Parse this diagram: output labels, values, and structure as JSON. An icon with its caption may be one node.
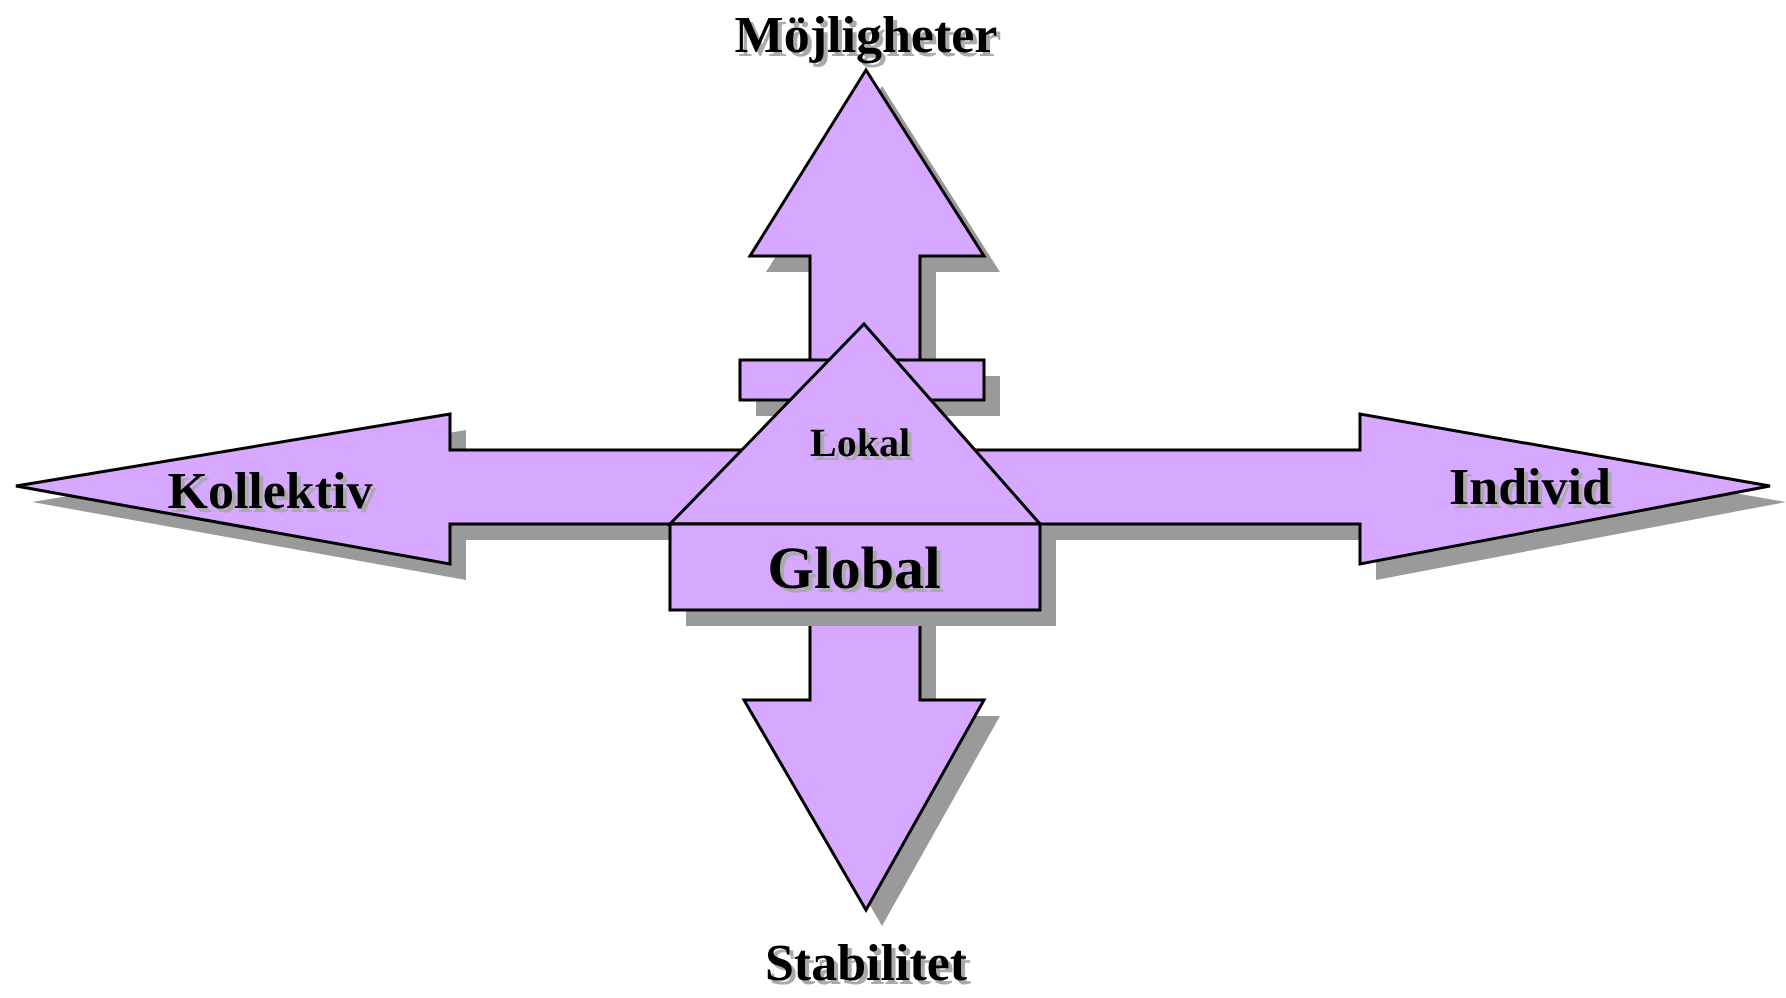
{
  "diagram": {
    "nodes": [
      {
        "text": [
          "Möjligheter",
          "Stabilitet"
        ]
      },
      {
        "text": [
          "Kollektiv",
          "Individ"
        ]
      },
      {
        "text": [
          "Lokal"
        ]
      },
      {
        "text": [
          "Global"
        ]
      }
    ]
  }
}
